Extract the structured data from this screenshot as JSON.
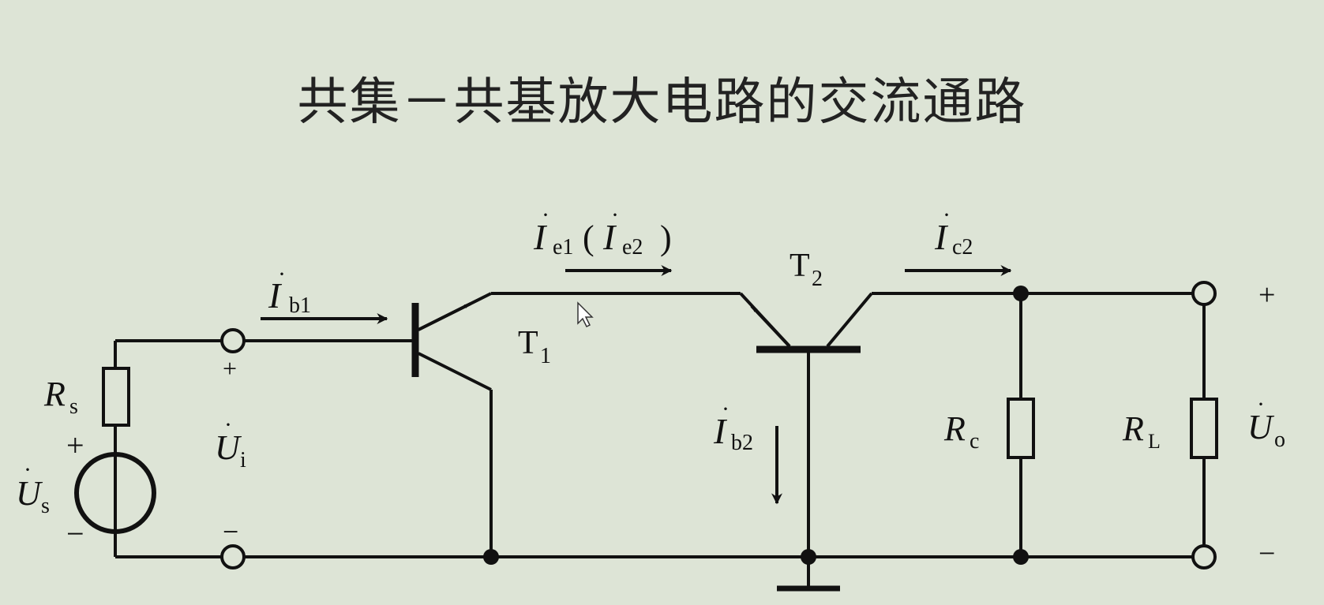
{
  "title": "共集－共基放大电路的交流通路",
  "labels": {
    "Ib1": {
      "main": "I",
      "sub": "b1"
    },
    "Ie1": {
      "main": "I",
      "sub": "e1",
      "paren_open": "(",
      "main2": "I",
      "sub2": "e2",
      "paren_close": ")"
    },
    "Ic2": {
      "main": "I",
      "sub": "c2"
    },
    "Ib2": {
      "main": "I",
      "sub": "b2"
    },
    "T1": {
      "main": "T",
      "sub": "1"
    },
    "T2": {
      "main": "T",
      "sub": "2"
    },
    "Rs": {
      "main": "R",
      "sub": "s"
    },
    "Rc": {
      "main": "R",
      "sub": "c"
    },
    "RL": {
      "main": "R",
      "sub": "L"
    },
    "Us": {
      "main": "U",
      "sub": "s"
    },
    "Ui": {
      "main": "U",
      "sub": "i"
    },
    "Uo": {
      "main": "U",
      "sub": "o"
    },
    "plus": "+",
    "minus": "−"
  }
}
